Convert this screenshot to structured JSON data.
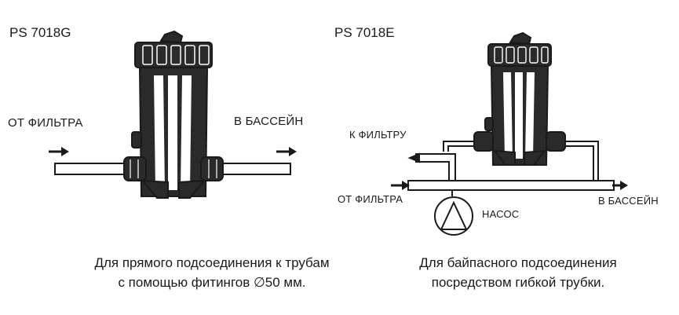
{
  "left_panel": {
    "model": "PS 7018G",
    "inlet_label": "ОТ ФИЛЬТРА",
    "outlet_label": "В БАССЕЙН",
    "caption_line1": "Для прямого подсоединения к трубам",
    "caption_line2": "с помощью фитингов ∅50 мм."
  },
  "right_panel": {
    "model": "PS 7018E",
    "to_filter_label": "К ФИЛЬТРУ",
    "from_filter_label": "ОТ ФИЛЬТРА",
    "pump_label": "НАСОС",
    "to_pool_label": "В БАССЕЙН",
    "caption_line1": "Для байпасного подсоединения",
    "caption_line2": "посредством гибкой трубки."
  }
}
